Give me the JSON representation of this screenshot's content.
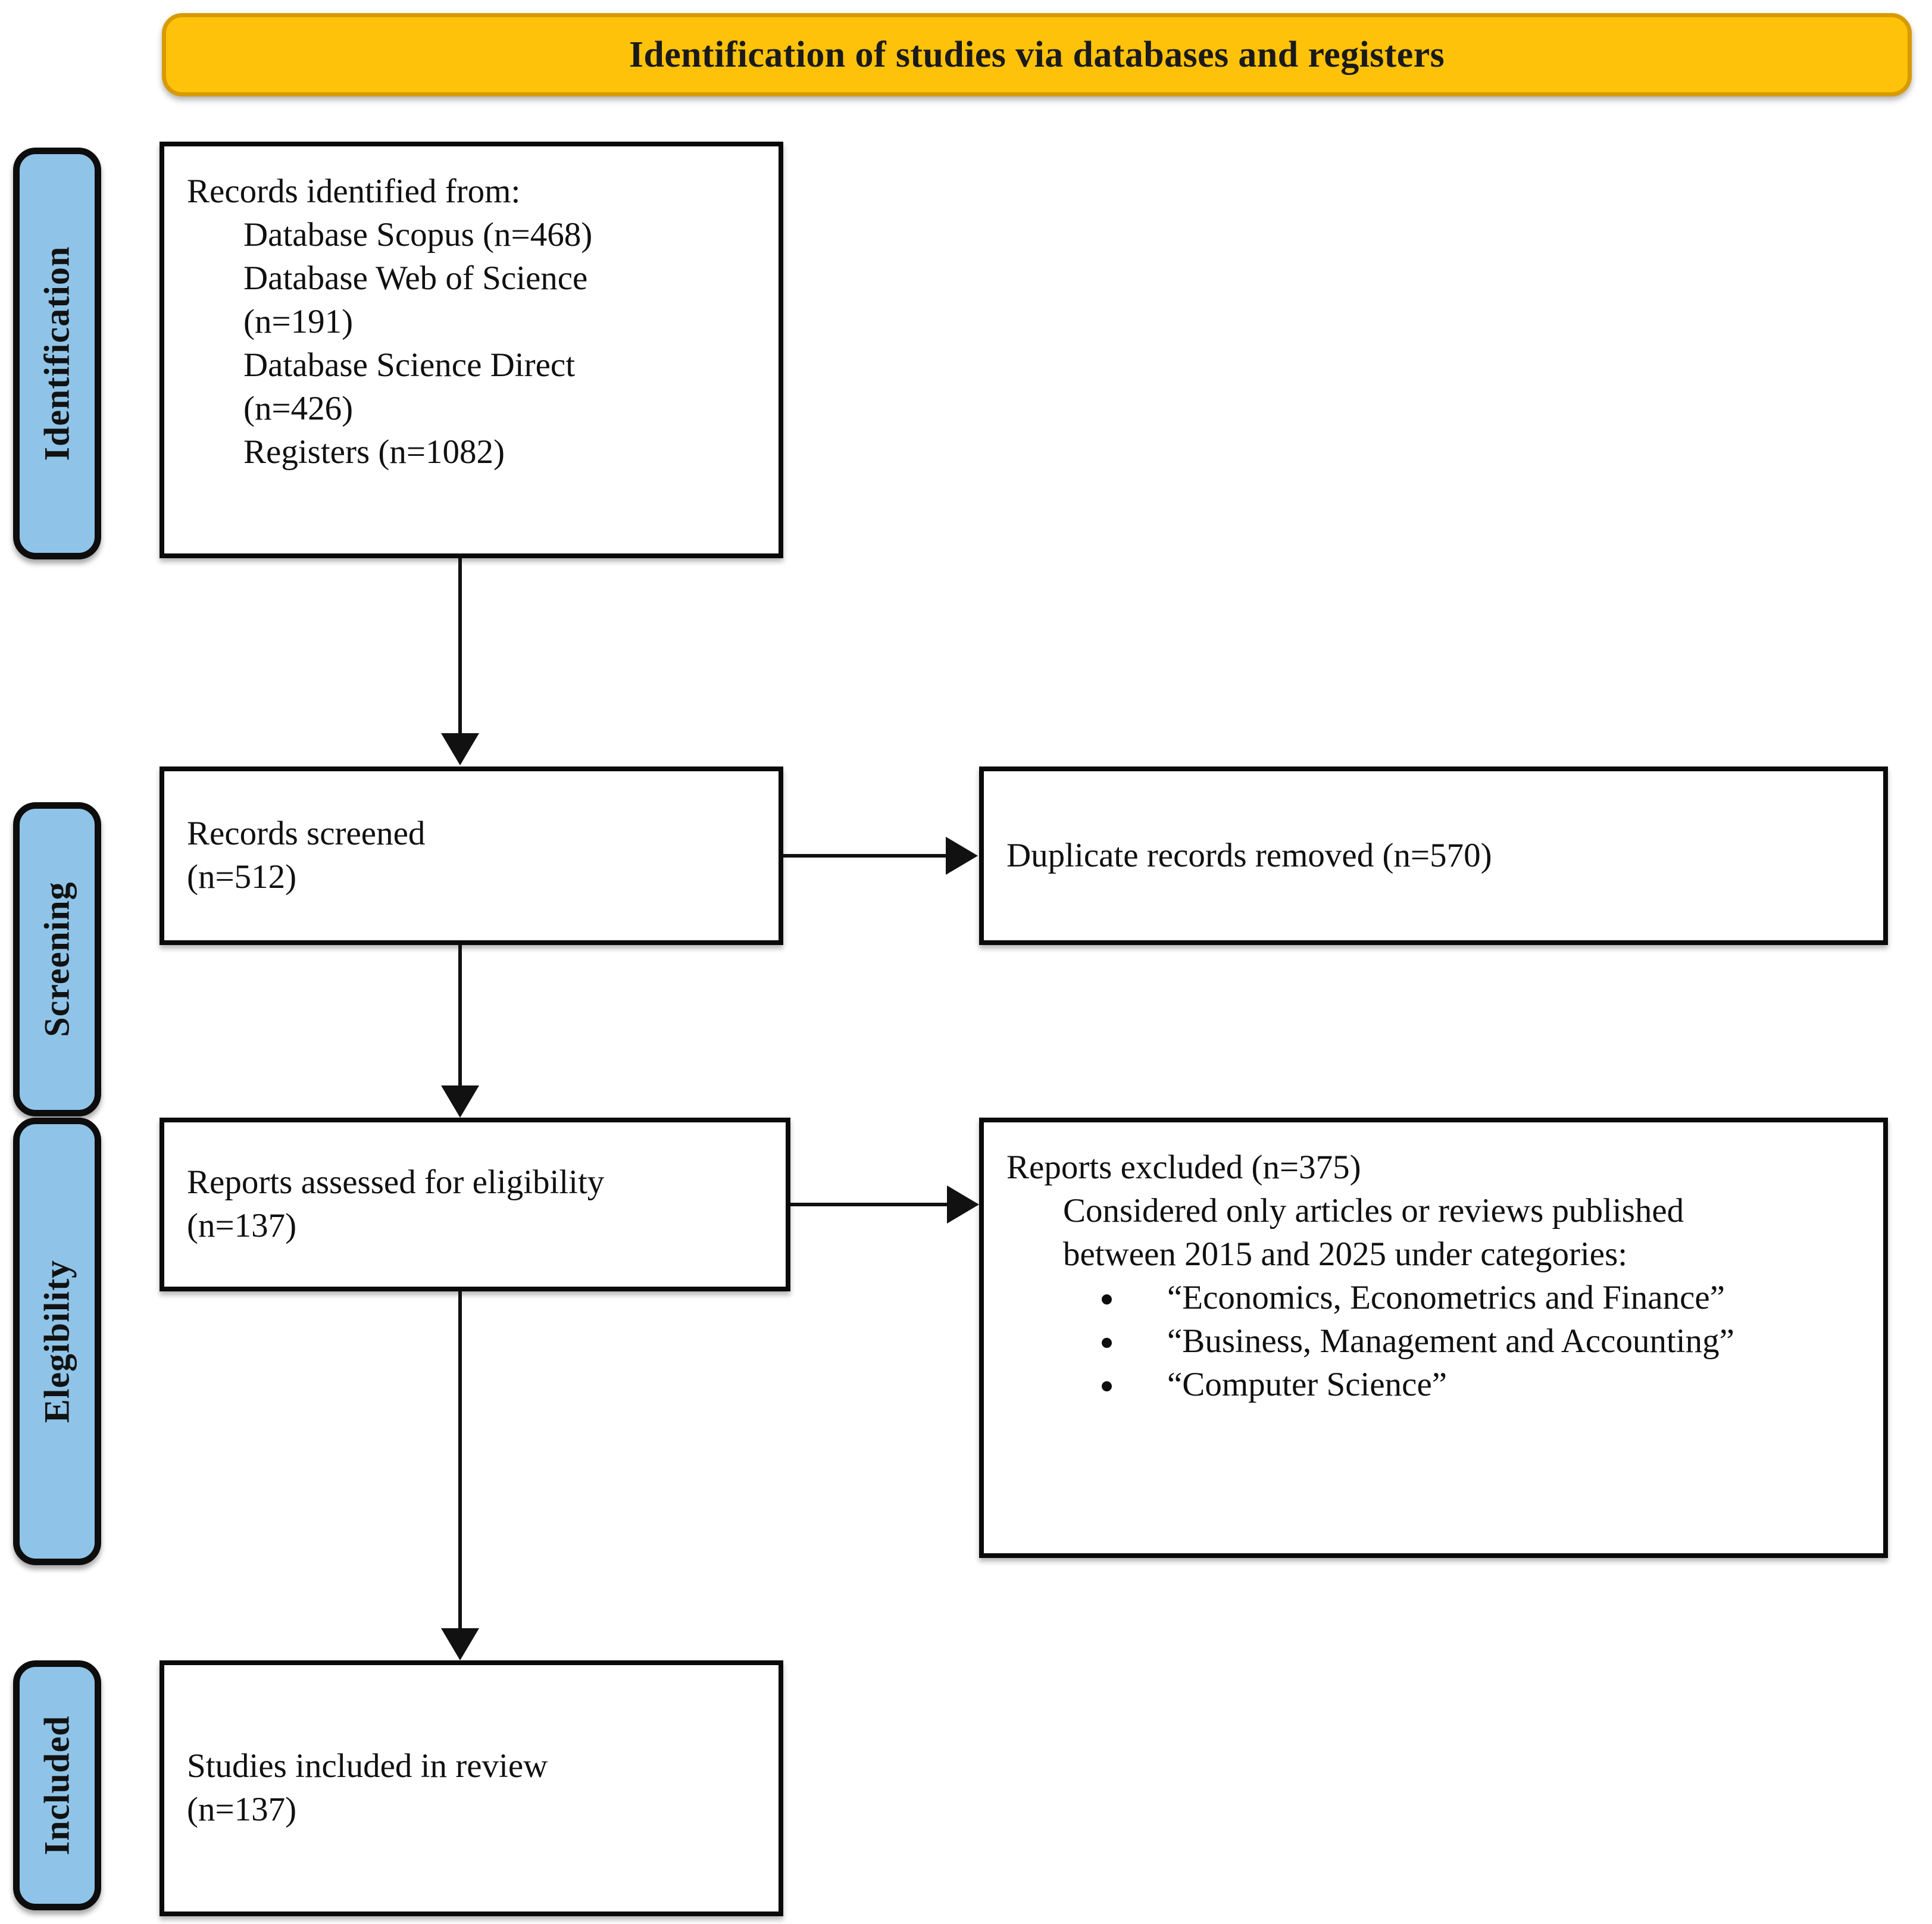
{
  "banner": {
    "title": "Identification of studies via databases and registers"
  },
  "stages": [
    {
      "id": "identification",
      "label": "Identification"
    },
    {
      "id": "screening",
      "label": "Screening"
    },
    {
      "id": "eligibility",
      "label": "Elegibility"
    },
    {
      "id": "included",
      "label": "Included"
    }
  ],
  "boxes": {
    "identified": {
      "heading": "Records identified from:",
      "items": [
        "Database Scopus (n=468)",
        "Database Web of Science",
        "(n=191)",
        "Database Science Direct",
        "(n=426)",
        "Registers (n=1082)"
      ]
    },
    "screened": {
      "line1": "Records screened",
      "line2": "(n=512)"
    },
    "duplicates": {
      "line1": "Duplicate records removed (n=570)"
    },
    "eligibility": {
      "line1": "Reports assessed for eligibility",
      "line2": "(n=137)"
    },
    "excluded": {
      "heading": "Reports excluded (n=375)",
      "subline1": "Considered only articles or reviews published",
      "subline2": "between 2015 and 2025 under categories:",
      "bullets": [
        "“Economics, Econometrics and Finance”",
        "“Business, Management and Accounting”",
        "“Computer Science”"
      ]
    },
    "included": {
      "line1": "Studies included in review",
      "line2": "(n=137)"
    }
  },
  "colors": {
    "banner_fill": "#FFC20A",
    "banner_border": "#D79B00",
    "stage_fill": "#8FC4E8",
    "box_border": "#0A0A0A",
    "connector": "#111111"
  }
}
